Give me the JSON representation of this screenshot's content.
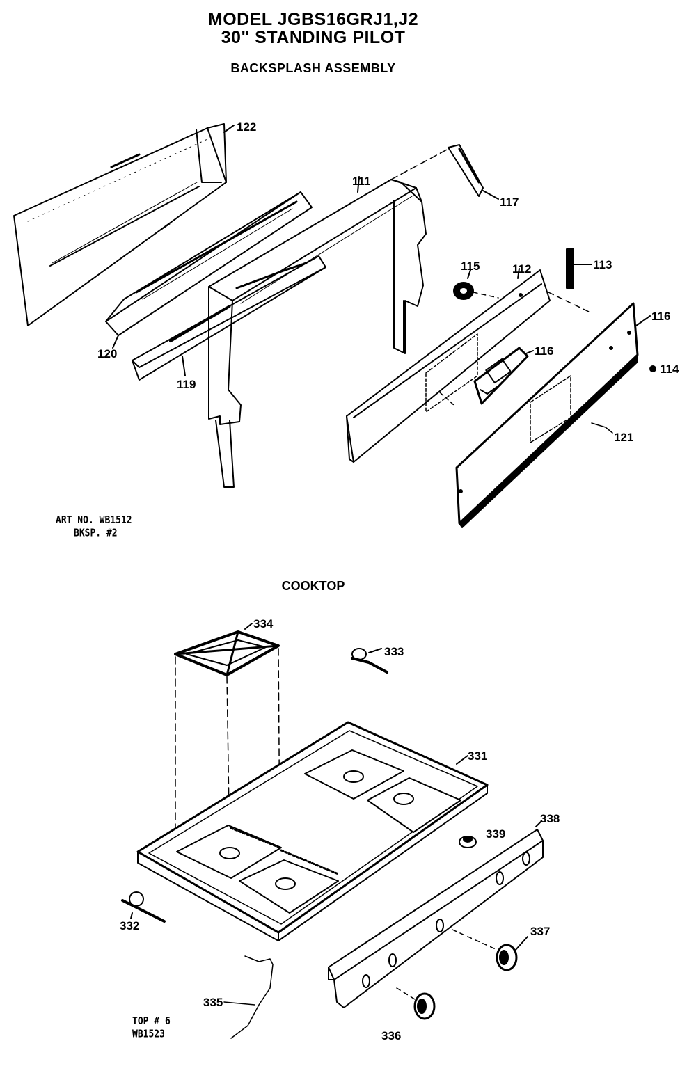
{
  "header": {
    "model": "MODEL JGBS16GRJ1,J2",
    "subtitle": "30\" STANDING PILOT",
    "section_backsplash": "BACKSPLASH ASSEMBLY",
    "section_cooktop": "COOKTOP"
  },
  "notes": {
    "backsplash_art_line1": "ART NO. WB1512",
    "backsplash_art_line2": "BKSP. #2",
    "cooktop_art_line1": "TOP # 6",
    "cooktop_art_line2": "WB1523"
  },
  "labels": {
    "p111": "111",
    "p112": "112",
    "p113": "113",
    "p114": "114",
    "p115": "115",
    "p116a": "116",
    "p116b": "116",
    "p117": "117",
    "p119": "119",
    "p120": "120",
    "p121": "121",
    "p122": "122",
    "p331": "331",
    "p332": "332",
    "p333": "333",
    "p334": "334",
    "p335": "335",
    "p336": "336",
    "p337": "337",
    "p338": "338",
    "p339": "339"
  }
}
